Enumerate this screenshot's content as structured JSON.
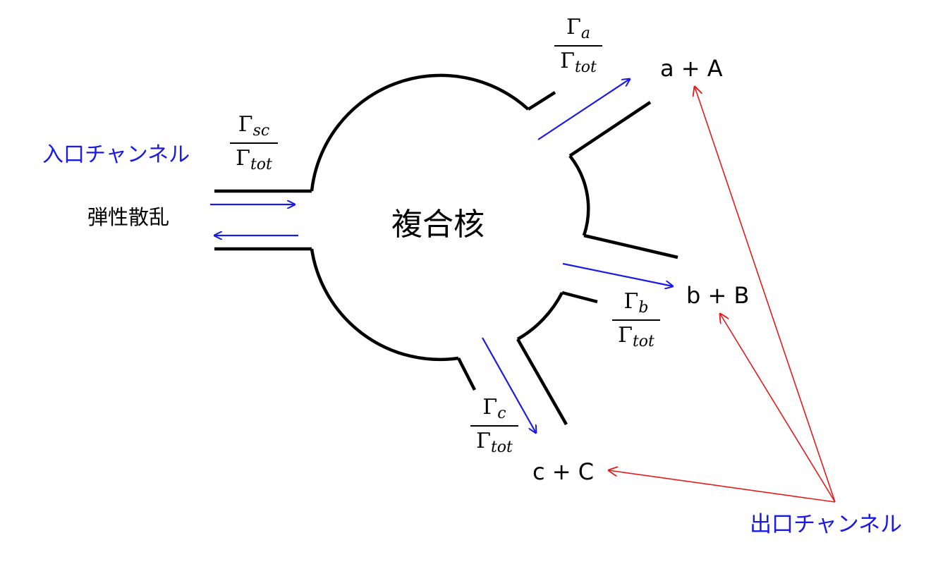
{
  "center_label": "複合核",
  "entrance": {
    "channel_label": "入口チャンネル",
    "elastic_label": "弾性散乱"
  },
  "exit_label": "出口チャンネル",
  "products": {
    "a": "a + A",
    "b": "b + B",
    "c": "c + C"
  },
  "widths": {
    "symbol": "Γ",
    "tot": "tot",
    "sc": "sc",
    "a": "a",
    "b": "b",
    "c": "c"
  },
  "colors": {
    "outline": "#000000",
    "flux_arrow": "#1a1ae6",
    "pointer_arrow": "#e61a1a",
    "channel_text": "#1a1ae6"
  }
}
